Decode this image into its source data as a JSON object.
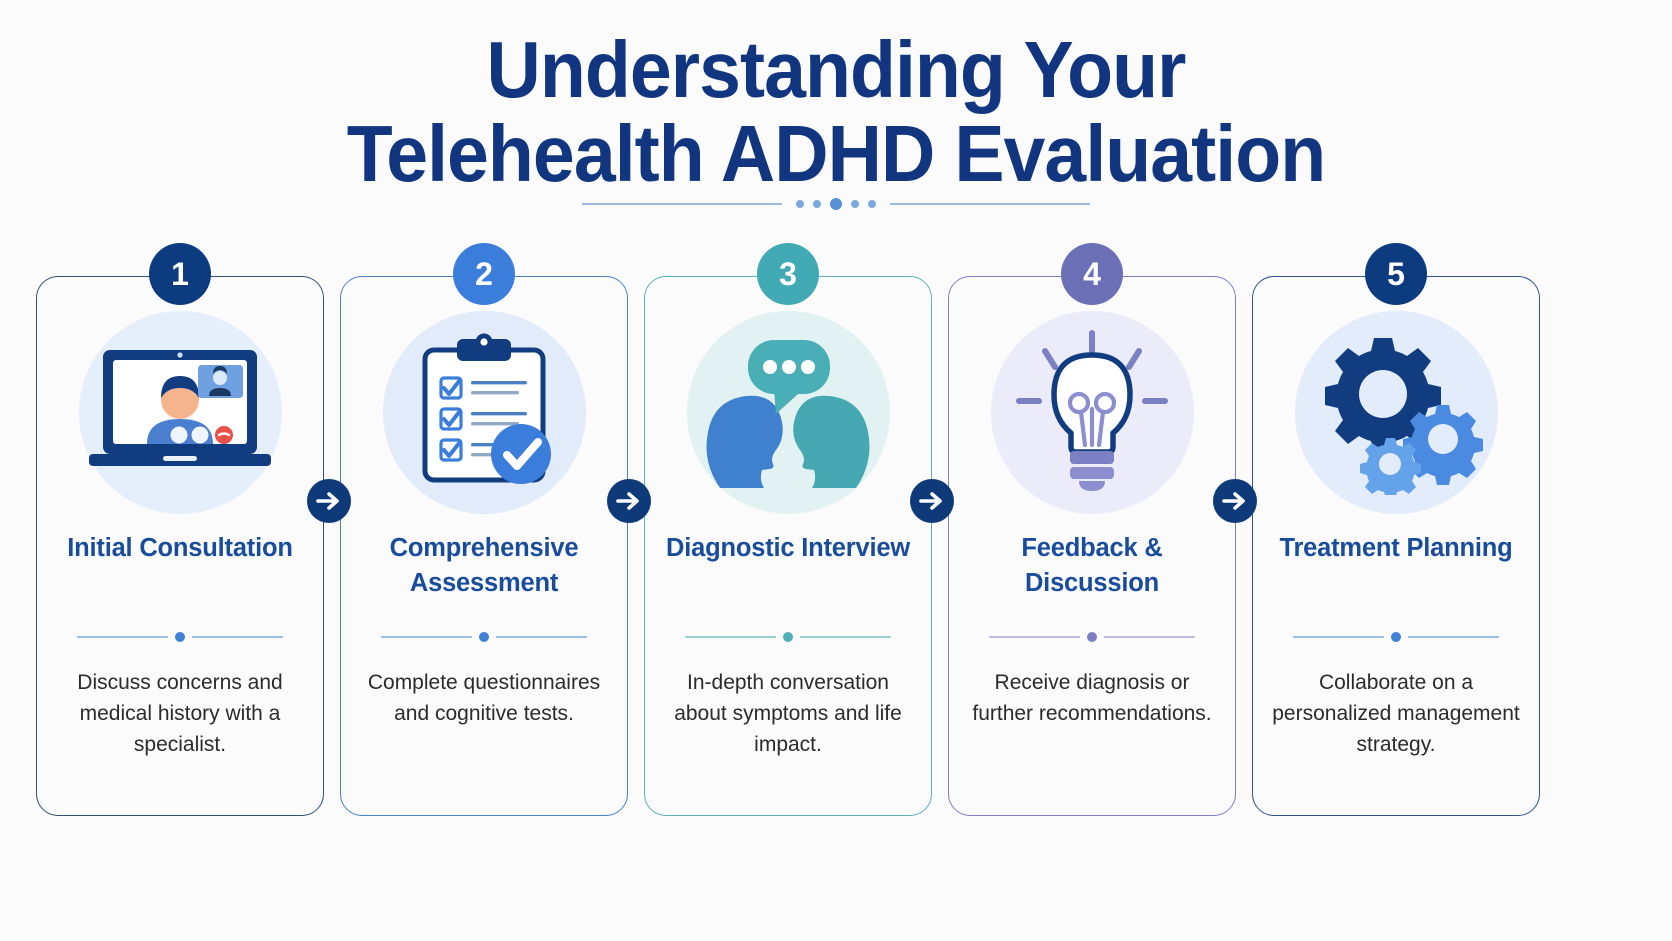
{
  "title": {
    "line1": "Understanding Your",
    "line2": "Telehealth ADHD Evaluation",
    "color": "#12357f"
  },
  "divider": {
    "dot_count": 5,
    "line_color": "#7ba3d8",
    "dot_color": "#7ba7dd"
  },
  "arrows": {
    "icon": "arrow-right-icon",
    "count": 4,
    "color": "#0f3a7a"
  },
  "steps": [
    {
      "number": "1",
      "badge_color": "#0d3b7f",
      "border_color": "#2f4f73",
      "icon": "video-call-laptop-icon",
      "circle_color": "#e5eefb",
      "title": "Initial Consultation",
      "body": "Discuss concerns and medical history with a specialist."
    },
    {
      "number": "2",
      "badge_color": "#3b7ddb",
      "border_color": "#4a7fc4",
      "icon": "clipboard-checklist-icon",
      "circle_color": "#e1ebf9",
      "title": "Comprehensive Assessment",
      "body": "Complete questionnaires and cognitive tests."
    },
    {
      "number": "3",
      "badge_color": "#41aab5",
      "border_color": "#5fb0b8",
      "icon": "conversation-heads-icon",
      "circle_color": "#e2f2f2",
      "title": "Diagnostic Interview",
      "body": "In-depth conversation about symptoms and life impact."
    },
    {
      "number": "4",
      "badge_color": "#6b6fb5",
      "border_color": "#7c7fc0",
      "icon": "lightbulb-idea-icon",
      "circle_color": "#ecebf9",
      "title": "Feedback & Discussion",
      "body": "Receive diagnosis or further recommendations."
    },
    {
      "number": "5",
      "badge_color": "#0d3b7f",
      "border_color": "#2e5388",
      "icon": "gears-settings-icon",
      "circle_color": "#e3ecfa",
      "title": "Treatment Planning",
      "body": "Collaborate on a personalized management strategy."
    }
  ]
}
